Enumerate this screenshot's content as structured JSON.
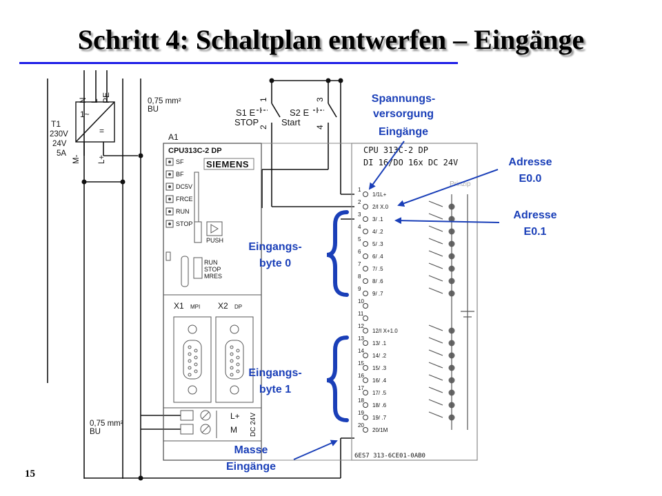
{
  "slide": {
    "title": "Schritt 4: Schaltplan entwerfen – Eingänge",
    "page_number": "15"
  },
  "annotations": {
    "spannung": [
      "Spannungs-",
      "versorgung",
      "Eingänge"
    ],
    "adresse_e00": [
      "Adresse",
      "E0.0"
    ],
    "adresse_e01": [
      "Adresse",
      "E0.1"
    ],
    "eingangsbyte0": [
      "Eingangs-",
      "byte 0"
    ],
    "eingangsbyte1": [
      "Eingangs-",
      "byte 1"
    ],
    "masse": [
      "Masse",
      "Eingänge"
    ]
  },
  "power_supply": {
    "rails": [
      "N",
      "L",
      "PE"
    ],
    "name": "T1",
    "ratings": [
      "230V",
      "24V",
      "5A"
    ],
    "outputs": [
      "M-",
      "L+"
    ],
    "symbol_ac": "1~",
    "symbol_dc": "=",
    "wire_top": [
      "0,75 mm²",
      "BU"
    ],
    "wire_bottom": [
      "0,75 mm²",
      "BU"
    ]
  },
  "switches": {
    "s1": {
      "label": "S1 E",
      "state": "STOP",
      "terminals": [
        "1",
        "2"
      ]
    },
    "s2": {
      "label": "S2 E",
      "state": "Start",
      "terminals": [
        "3",
        "4"
      ]
    }
  },
  "cpu_module": {
    "id": "A1",
    "model": "CPU313C-2 DP",
    "brand": "SIEMENS",
    "leds": [
      "SF",
      "BF",
      "DC5V",
      "FRCE",
      "RUN",
      "STOP"
    ],
    "push_label": "PUSH",
    "mode_switch": [
      "RUN",
      "STOP",
      "MRES"
    ],
    "ports": [
      {
        "name": "X1",
        "sub": "MPI"
      },
      {
        "name": "X2",
        "sub": "DP"
      }
    ],
    "supply_terms": [
      "L+",
      "M"
    ],
    "supply_rating": "DC 24V"
  },
  "io_module": {
    "header": [
      "CPU 313C-2 DP",
      "DI 16/DO 16x DC 24V"
    ],
    "watermark": "Prinzip",
    "part_number": "6ES7 313-6CE01-0AB0",
    "terminals": [
      {
        "num": "1",
        "label": "1/1L+"
      },
      {
        "num": "2",
        "label": "2/I X.0"
      },
      {
        "num": "3",
        "label": "3/ .1"
      },
      {
        "num": "4",
        "label": "4/ .2"
      },
      {
        "num": "5",
        "label": "5/ .3"
      },
      {
        "num": "6",
        "label": "6/ .4"
      },
      {
        "num": "7",
        "label": "7/ .5"
      },
      {
        "num": "8",
        "label": "8/ .6"
      },
      {
        "num": "9",
        "label": "9/ .7"
      },
      {
        "num": "10",
        "label": ""
      },
      {
        "num": "11",
        "label": ""
      },
      {
        "num": "12",
        "label": "12/I X+1.0"
      },
      {
        "num": "13",
        "label": "13/ .1"
      },
      {
        "num": "14",
        "label": "14/ .2"
      },
      {
        "num": "15",
        "label": "15/ .3"
      },
      {
        "num": "16",
        "label": "16/ .4"
      },
      {
        "num": "17",
        "label": "17/ .5"
      },
      {
        "num": "18",
        "label": "18/ .6"
      },
      {
        "num": "19",
        "label": "19/ .7"
      },
      {
        "num": "20",
        "label": "20/1M"
      }
    ]
  },
  "colors": {
    "annotation": "#1a3fb8",
    "title_rule": "#1a1ae6",
    "line": "#111111"
  }
}
